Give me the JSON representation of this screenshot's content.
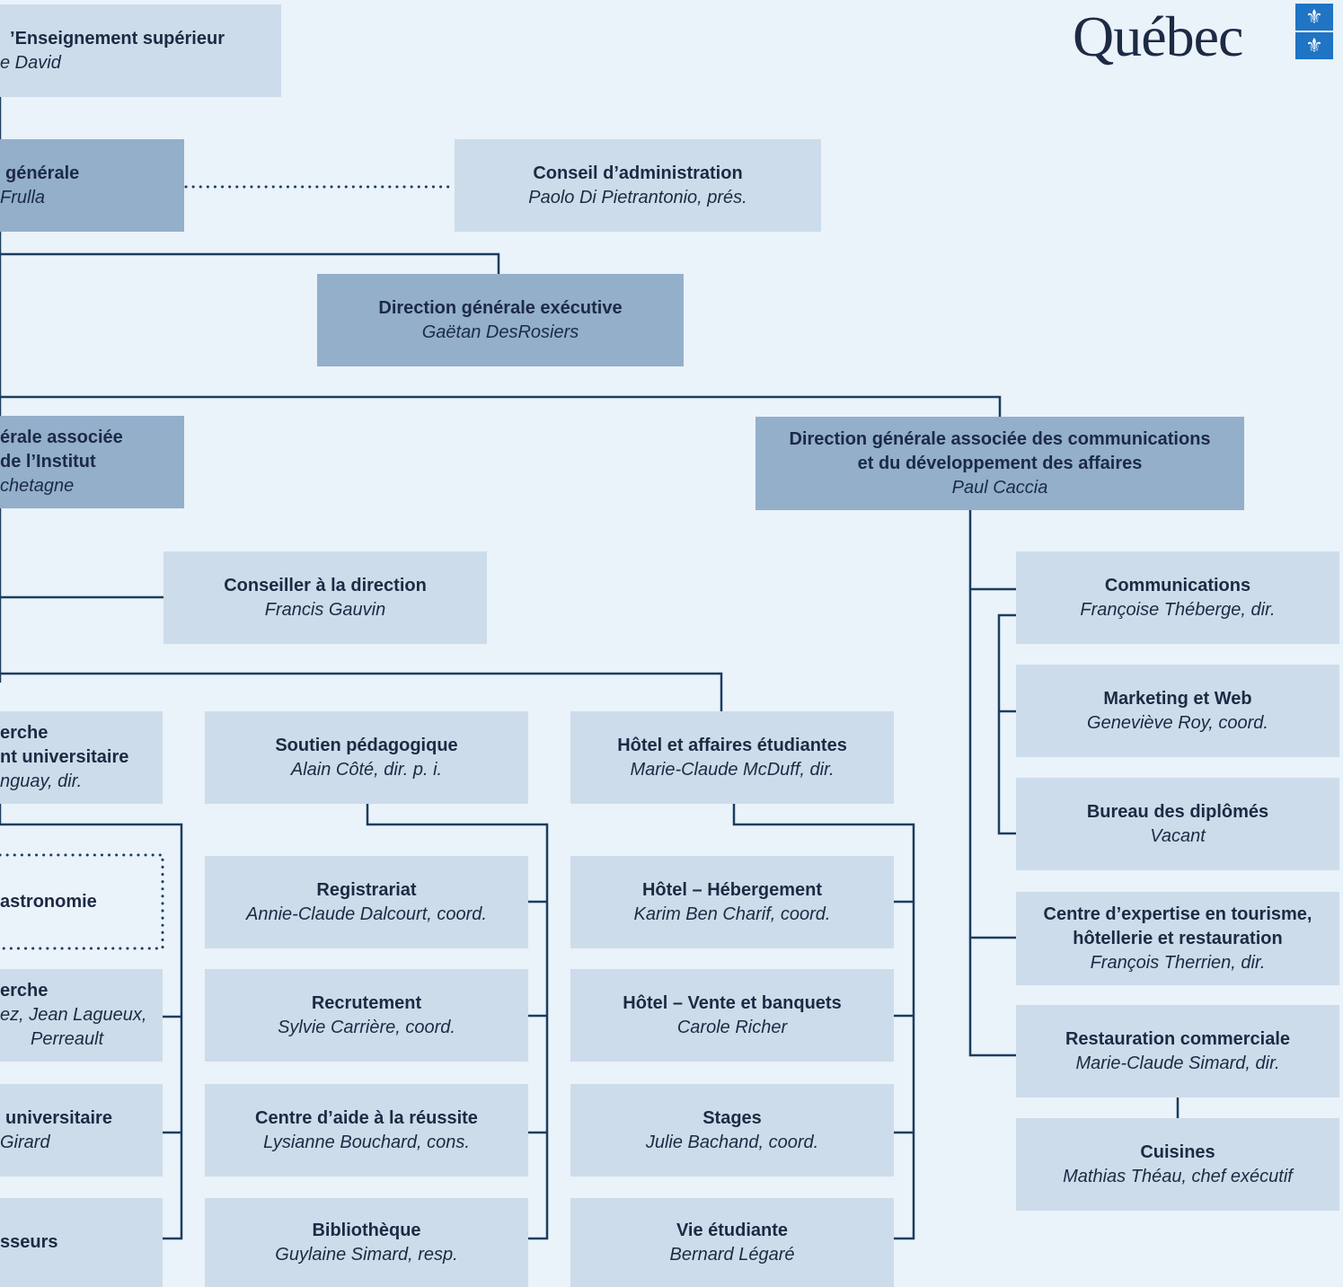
{
  "header": {
    "logo_text": "Québec",
    "logo_mark": "fleur-de-lis-icon"
  },
  "boxes": {
    "ministere": {
      "title": "’Enseignement supérieur",
      "name": "e David"
    },
    "direction_generale": {
      "title": "générale",
      "name": "Frulla"
    },
    "conseil_admin": {
      "title": "Conseil d’administration",
      "name": "Paolo Di Pietrantonio, prés."
    },
    "dg_executive": {
      "title": "Direction générale exécutive",
      "name": "Gaëtan DesRosiers"
    },
    "dga_institut": {
      "title1": "érale associée",
      "title2": "de l’Institut",
      "name": "chetagne"
    },
    "dga_communications": {
      "title1": "Direction générale associée des communications",
      "title2": "et du développement des affaires",
      "name": "Paul Caccia"
    },
    "conseiller": {
      "title": "Conseiller à la direction",
      "name": "Francis Gauvin"
    },
    "recherche_ens": {
      "title1": "erche",
      "title2": "nt universitaire",
      "name": "nguay, dir."
    },
    "soutien": {
      "title": "Soutien pédagogique",
      "name": "Alain Côté, dir. p. i."
    },
    "hotel_affaires": {
      "title": "Hôtel et affaires étudiantes",
      "name": "Marie-Claude McDuff, dir."
    },
    "gastronomie": {
      "title": "astronomie"
    },
    "recherche": {
      "title": "erche",
      "line2": "ez, Jean Lagueux,",
      "line3": "Perreault"
    },
    "univ": {
      "title": "universitaire",
      "name": "Girard"
    },
    "seurs": {
      "title": "sseurs"
    },
    "registrariat": {
      "title": "Registrariat",
      "name": "Annie-Claude Dalcourt, coord."
    },
    "recrutement": {
      "title": "Recrutement",
      "name": "Sylvie Carrière, coord."
    },
    "centre_aide": {
      "title": "Centre d’aide à la réussite",
      "name": "Lysianne Bouchard, cons."
    },
    "bibliotheque": {
      "title": "Bibliothèque",
      "name": "Guylaine Simard, resp."
    },
    "hotel_hebergement": {
      "title": "Hôtel – Hébergement",
      "name": "Karim Ben Charif, coord."
    },
    "hotel_vente": {
      "title": "Hôtel – Vente et banquets",
      "name": "Carole Richer"
    },
    "stages": {
      "title": "Stages",
      "name": "Julie Bachand, coord."
    },
    "vie_etudiante": {
      "title": "Vie étudiante",
      "name": "Bernard Légaré"
    },
    "communications": {
      "title": "Communications",
      "name": "Françoise Théberge, dir."
    },
    "marketing": {
      "title": "Marketing et Web",
      "name": "Geneviève Roy, coord."
    },
    "diplomes": {
      "title": "Bureau des diplômés",
      "name": "Vacant"
    },
    "centre_expertise": {
      "title1": "Centre d’expertise en tourisme,",
      "title2": "hôtellerie et restauration",
      "name": "François Therrien, dir."
    },
    "restauration": {
      "title": "Restauration commerciale",
      "name": "Marie-Claude Simard, dir."
    },
    "cuisines": {
      "title": "Cuisines",
      "name": "Mathias Théau, chef exécutif"
    }
  },
  "colors": {
    "background": "#eaf2fa",
    "box_light": "#cddcea",
    "box_dark": "#93afca",
    "line": "#1b3d5e",
    "text": "#1d2a44",
    "logo_flag": "#1f74c3"
  }
}
